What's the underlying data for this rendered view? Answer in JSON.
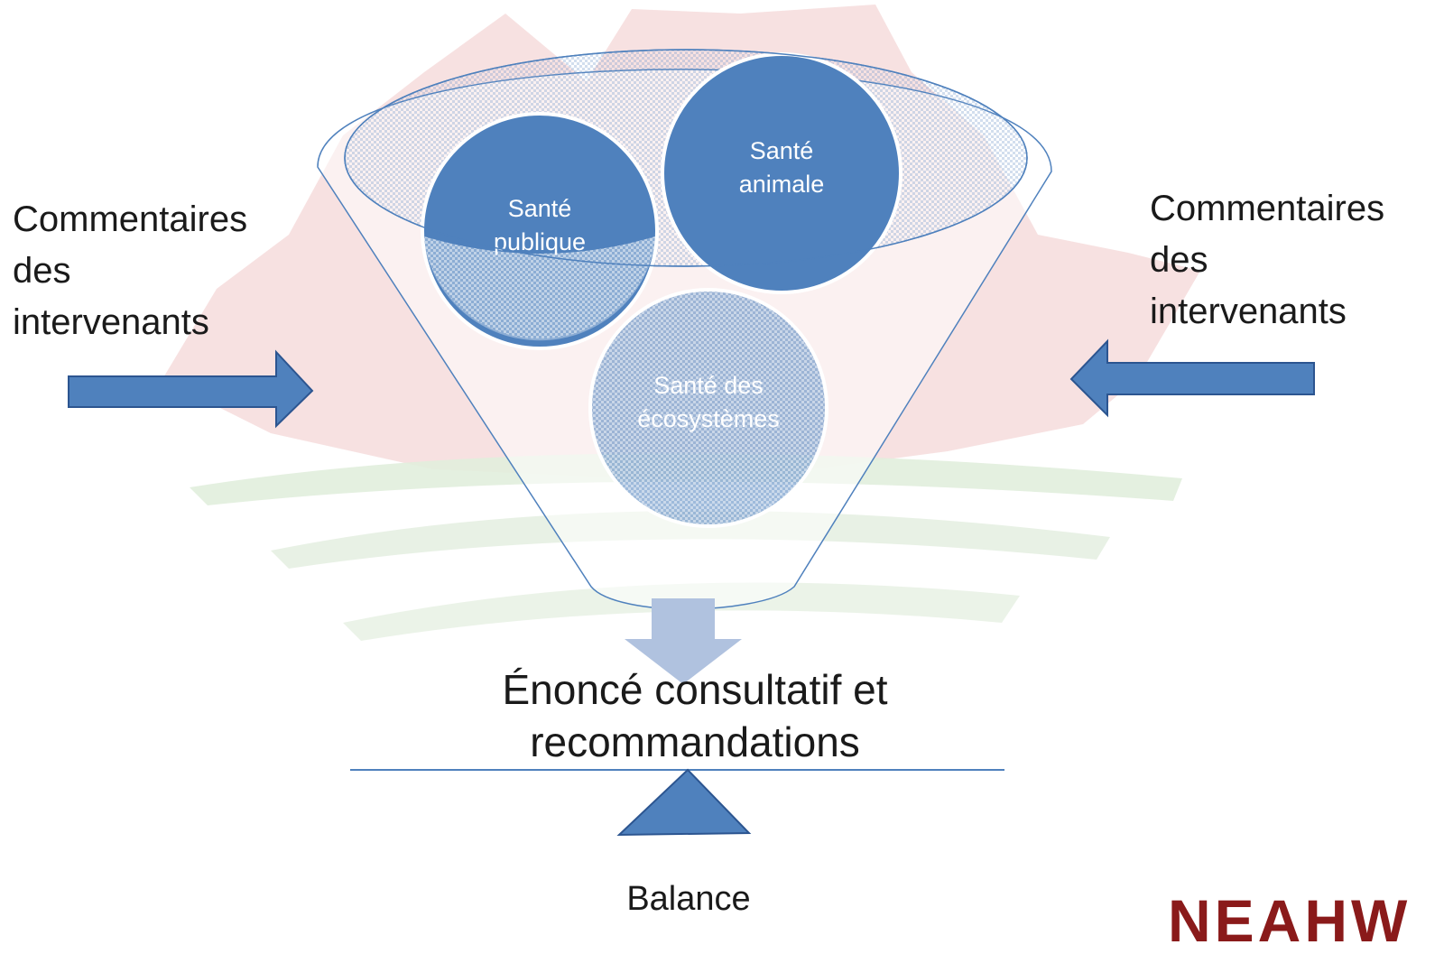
{
  "left_label": [
    "Commentaires",
    "des",
    "intervenants"
  ],
  "right_label": [
    "Commentaires",
    "des",
    "intervenants"
  ],
  "circles": {
    "public": [
      "Santé",
      "publique"
    ],
    "animal": [
      "Santé",
      "animale"
    ],
    "ecosystem": [
      "Santé des",
      "écosystèmes"
    ]
  },
  "result": [
    "Énoncé consultatif et",
    "recommandations"
  ],
  "balance_label": "Balance",
  "logo_text": "NEAHW",
  "colors": {
    "circle_fill": "#4f81bd",
    "arrow_fill": "#4f81bd",
    "arrow_stroke": "#2c5590",
    "funnel_stroke": "#4f81bd",
    "down_arrow": "#b0c2df",
    "maple_watermark": "#f6dede",
    "green_watermark": "#e4efe0",
    "logo": "#8a1a1a"
  }
}
